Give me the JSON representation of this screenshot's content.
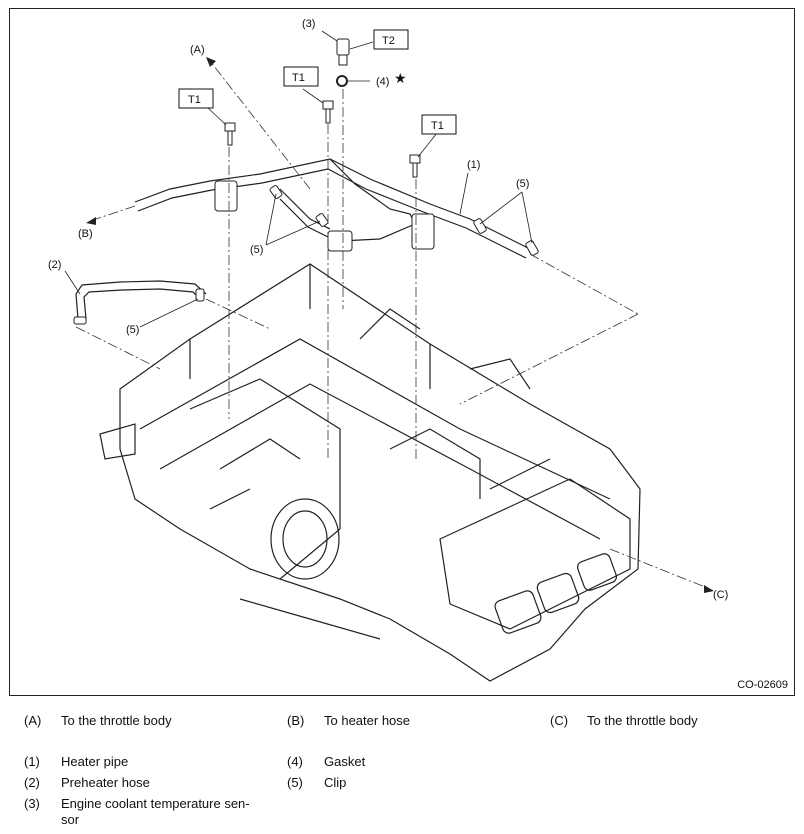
{
  "figure": {
    "code": "CO-02609",
    "callouts": {
      "n1": "(1)",
      "n2": "(2)",
      "n3": "(3)",
      "n4": "(4)",
      "n5": "(5)",
      "a": "(A)",
      "b": "(B)",
      "c": "(C)",
      "t1": "T1",
      "t2": "T2",
      "star": "★"
    }
  },
  "legend": {
    "a_key": "(A)",
    "a_text": "To the throttle body",
    "b_key": "(B)",
    "b_text": "To heater hose",
    "c_key": "(C)",
    "c_text": "To the throttle body",
    "k1": "(1)",
    "t1": "Heater pipe",
    "k2": "(2)",
    "t2": "Preheater hose",
    "k3": "(3)",
    "t3": "Engine coolant temperature sen-",
    "t3b": "sor",
    "k4": "(4)",
    "t4": "Gasket",
    "k5": "(5)",
    "t5": "Clip"
  }
}
